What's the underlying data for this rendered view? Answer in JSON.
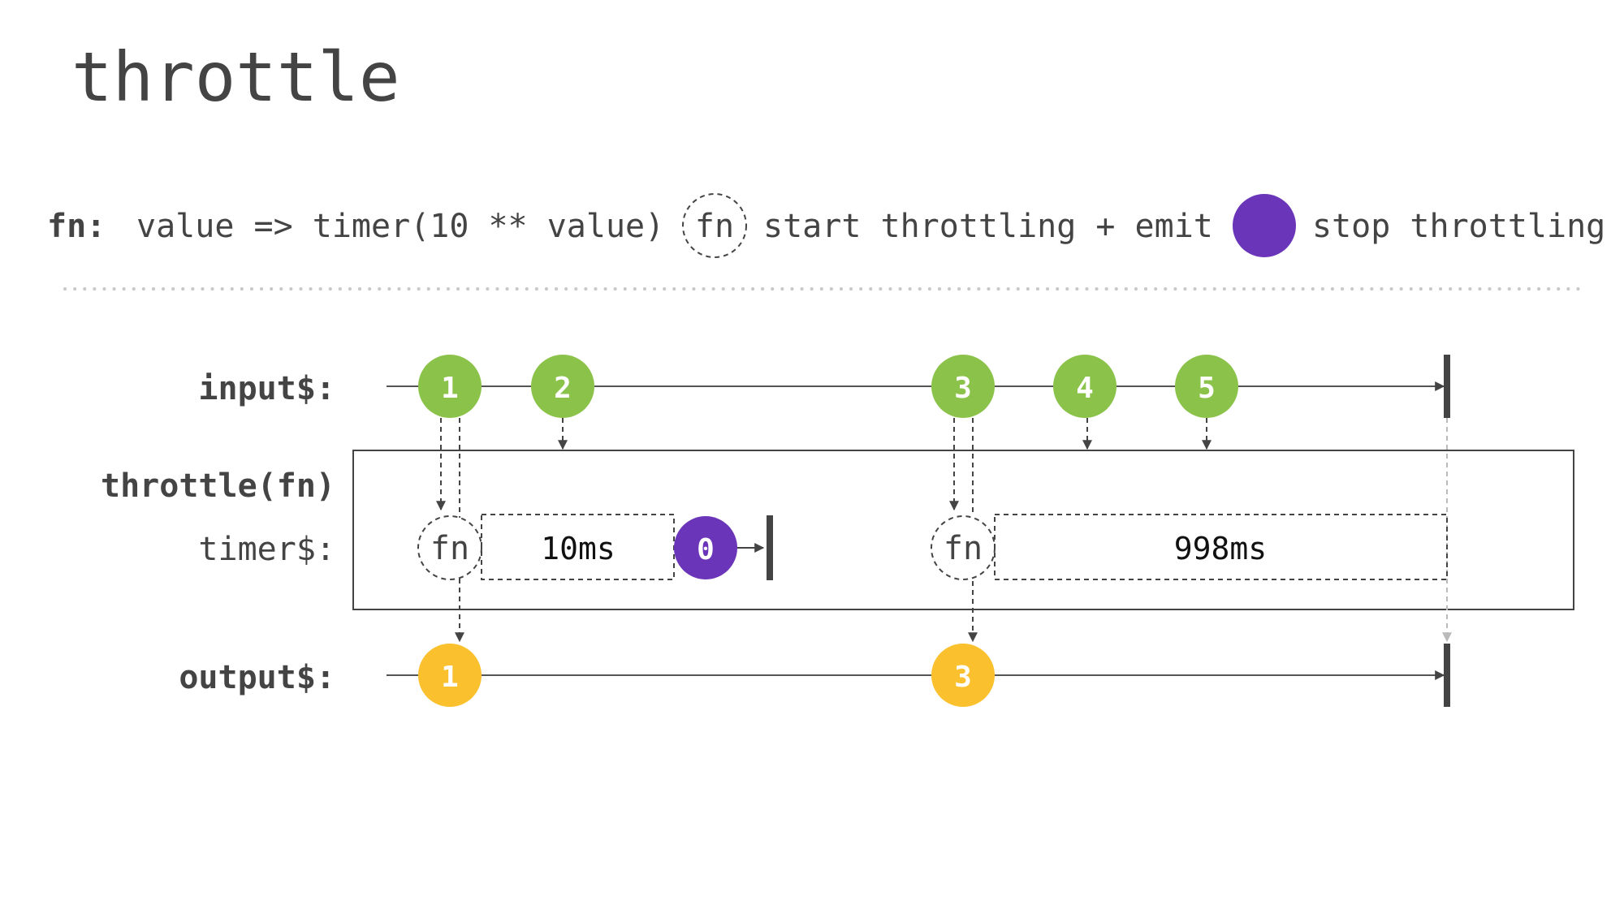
{
  "title": "throttle",
  "legend": {
    "fn_key": "fn:",
    "fn_expr": "value => timer(10 ** value)",
    "fn_symbol": "fn",
    "start_label": "start throttling + emit",
    "stop_label": "stop throttling"
  },
  "lanes": {
    "input_label": "input$:",
    "operator_label": "throttle(fn)",
    "timer_label": "timer$:",
    "output_label": "output$:"
  },
  "input_events": [
    {
      "value": "1",
      "forwarded": true
    },
    {
      "value": "2",
      "forwarded": false
    },
    {
      "value": "3",
      "forwarded": true
    },
    {
      "value": "4",
      "forwarded": false
    },
    {
      "value": "5",
      "forwarded": false
    }
  ],
  "timers": [
    {
      "symbol": "fn",
      "duration": "10ms",
      "emit": "0",
      "completed": true
    },
    {
      "symbol": "fn",
      "duration": "998ms",
      "completed": false
    }
  ],
  "output_events": [
    {
      "value": "1"
    },
    {
      "value": "3"
    }
  ],
  "colors": {
    "input": "#8bc34a",
    "output": "#fbc02d",
    "stop": "#6a35b8",
    "line": "#555555",
    "text": "#444444"
  }
}
